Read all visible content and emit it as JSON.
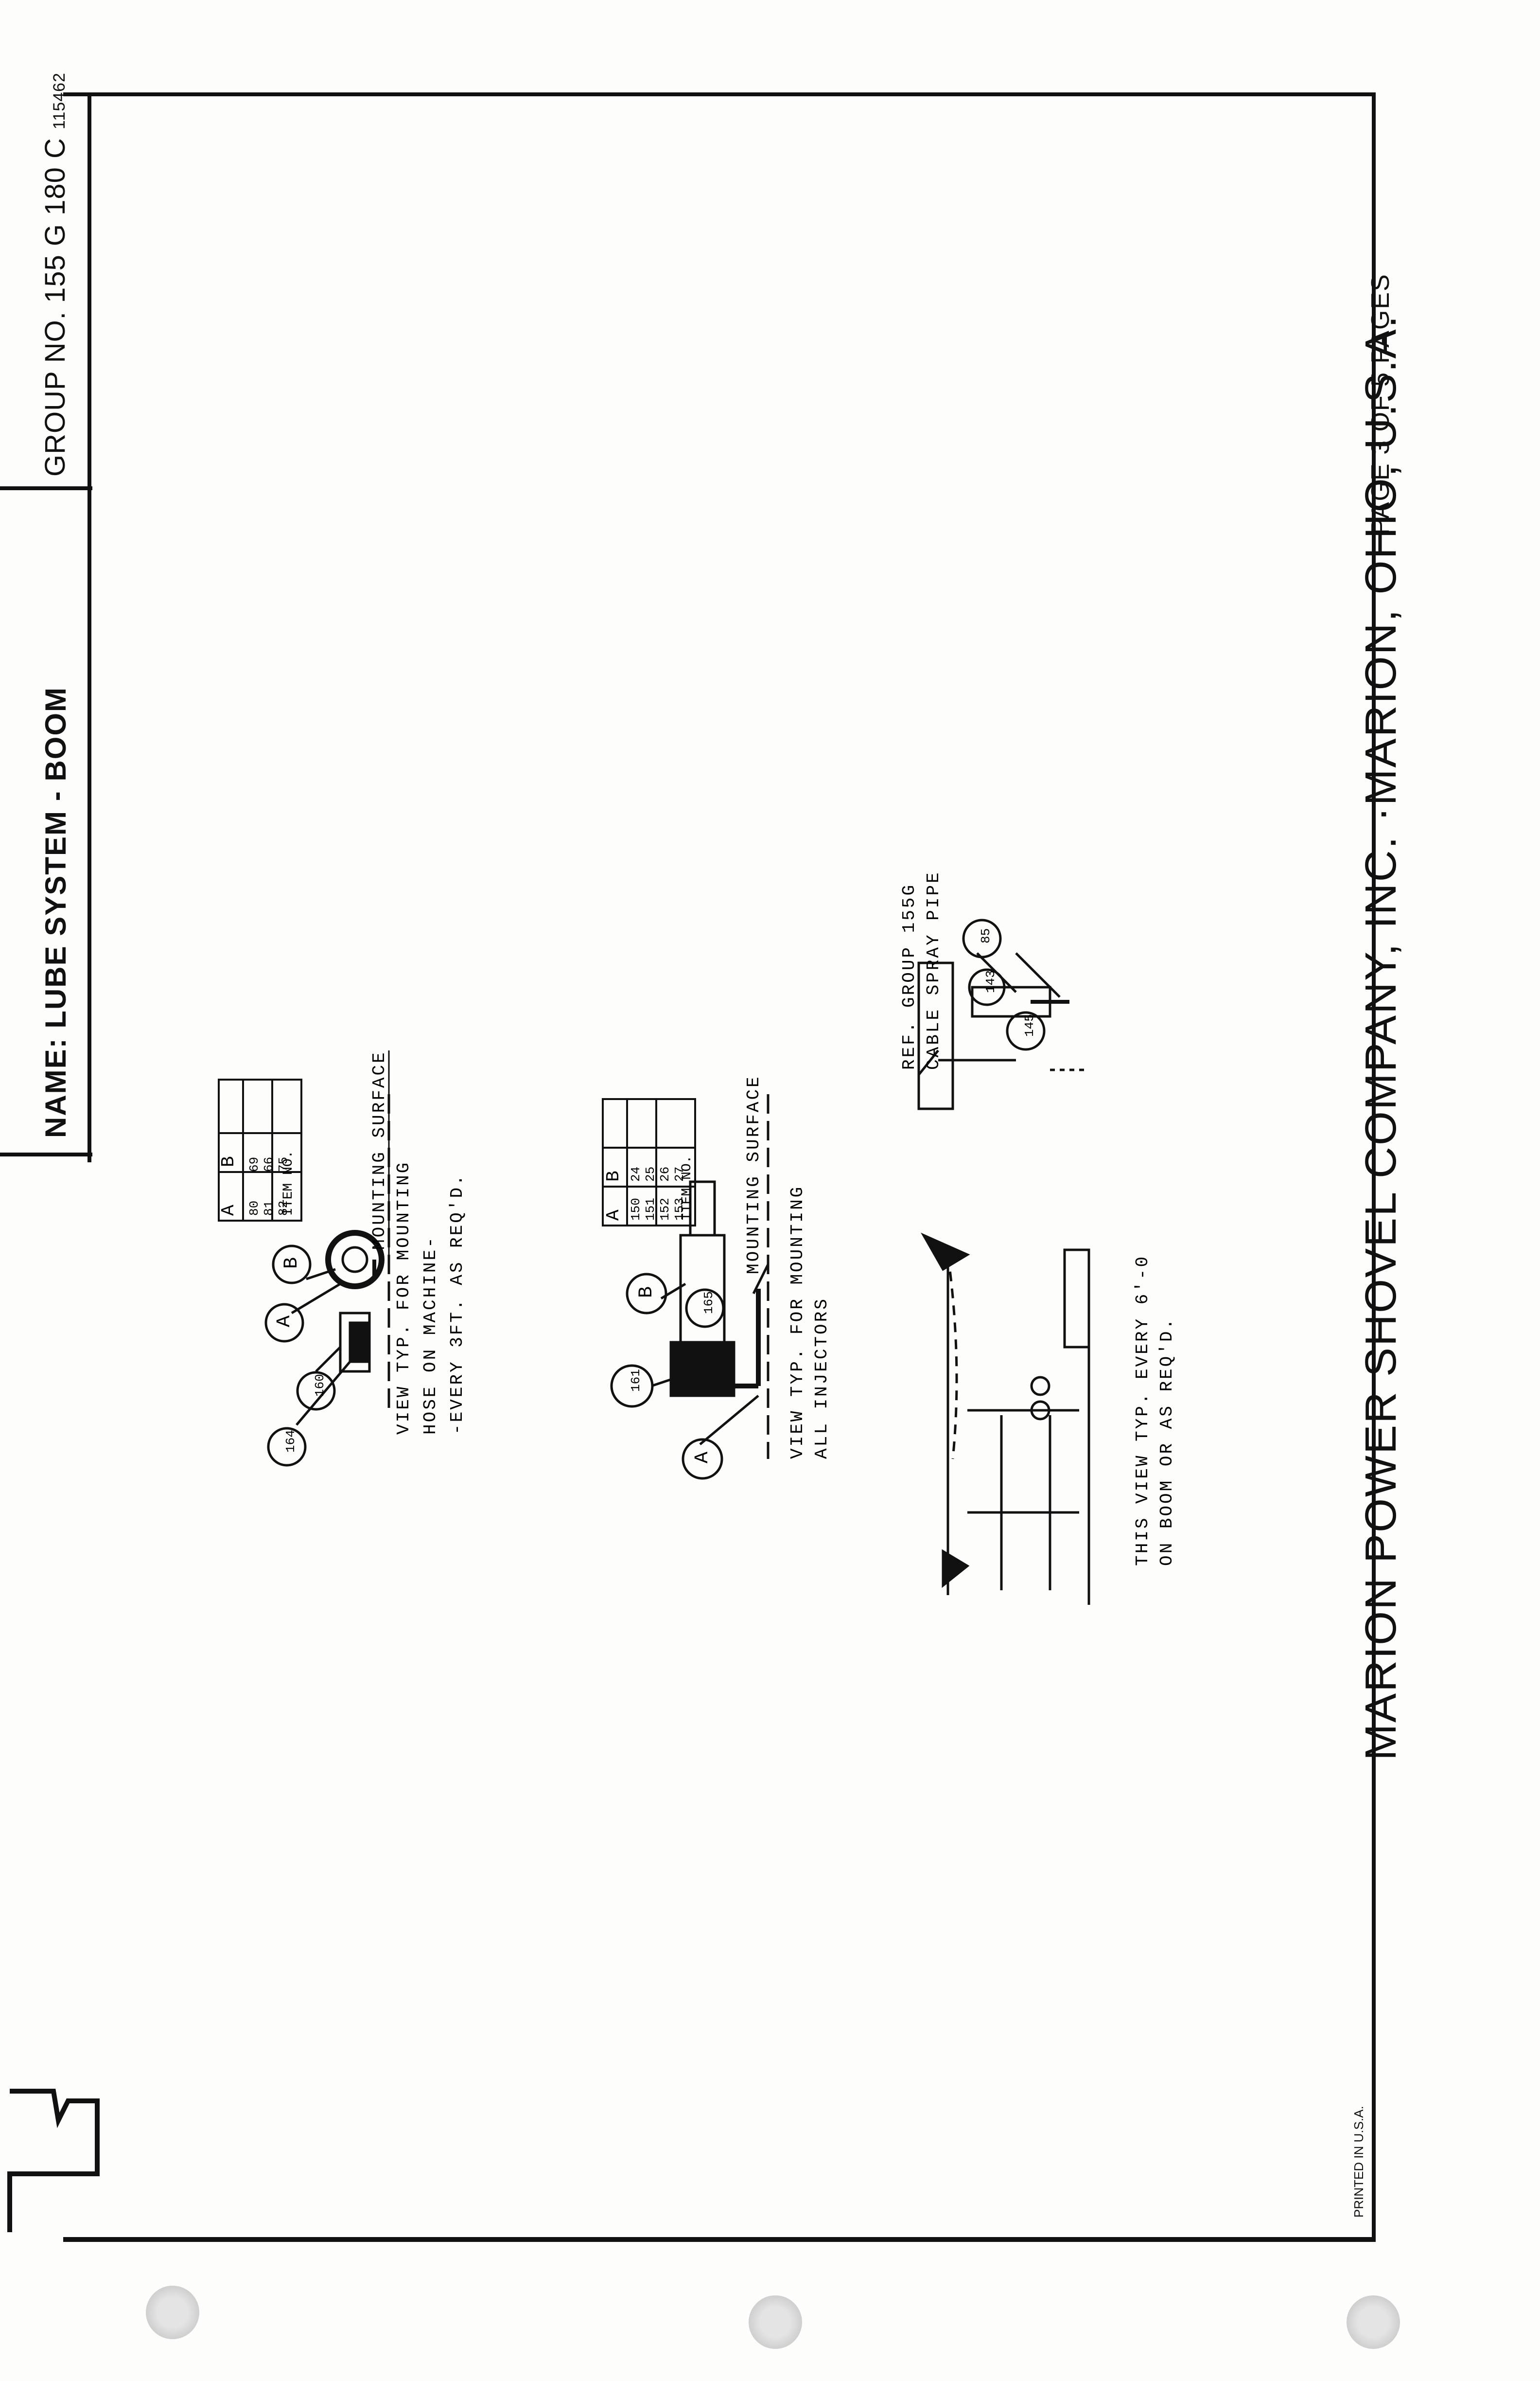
{
  "title_block": {
    "name_label": "NAME: LUBE SYSTEM - BOOM",
    "group_label": "GROUP NO. 155 G 180 C",
    "doc_number": "115462"
  },
  "footer": {
    "company": "MARION POWER SHOVEL COMPANY, INC. ·MARION, OHIO, U.S.A.",
    "page": "PAGE 3 OF 5 PAGES",
    "printed": "PRINTED IN U.S.A."
  },
  "view1": {
    "callouts": [
      "164",
      "160",
      "A",
      "B"
    ],
    "mounting_surface": "MOUNTING SURFACE",
    "note_lines": [
      "VIEW TYP. FOR MOUNTING",
      "HOSE ON MACHINE-",
      "-EVERY 3FT. AS REQ'D."
    ],
    "table": {
      "header": [
        "ITEM NO.",
        "A",
        "B"
      ],
      "rows": [
        [
          "80",
          "69"
        ],
        [
          "81",
          "66"
        ],
        [
          "82",
          "75"
        ]
      ]
    }
  },
  "view2": {
    "callouts": [
      "161",
      "B",
      "165",
      "A"
    ],
    "mounting_surface": "MOUNTING SURFACE",
    "note_lines": [
      "VIEW TYP. FOR MOUNTING",
      "ALL INJECTORS"
    ],
    "table": {
      "header": [
        "ITEM NO.",
        "A",
        "B"
      ],
      "rows": [
        [
          "150",
          "24"
        ],
        [
          "151",
          "25"
        ],
        [
          "152",
          "26"
        ],
        [
          "153",
          "27"
        ]
      ]
    }
  },
  "view3": {
    "callouts": [
      "85",
      "145",
      "143"
    ],
    "ref_lines": [
      "REF. GROUP 155G",
      "CABLE SPRAY PIPE"
    ]
  },
  "view4": {
    "note_lines": [
      "THIS VIEW TYP. EVERY 6'-0",
      "ON BOOM OR AS REQ'D."
    ]
  }
}
